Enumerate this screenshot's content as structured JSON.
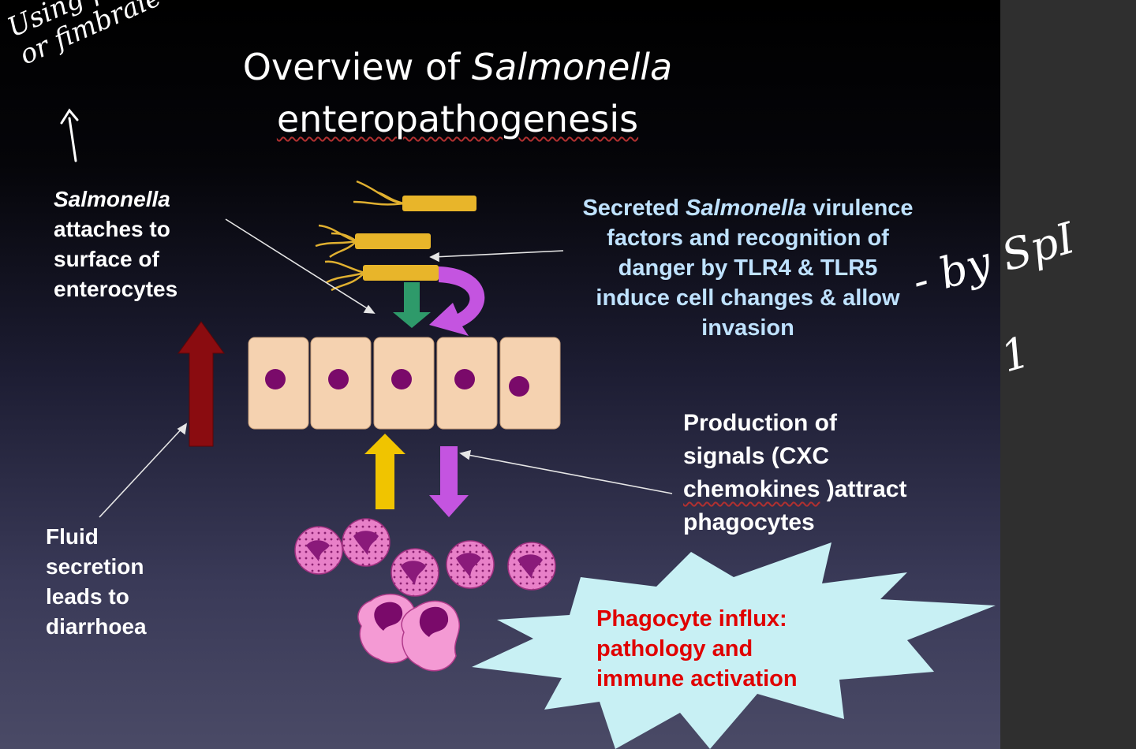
{
  "slide": {
    "title_part1": "Overview of ",
    "title_italic": "Salmonella",
    "title_line2": "enteropathogenesis"
  },
  "labels": {
    "attach_italic": "Salmonella",
    "attach_rest_1": "attaches to",
    "attach_rest_2": "surface of",
    "attach_rest_3": "enterocytes",
    "secreted_1a": "Secreted ",
    "secreted_1b": "Salmonella",
    "secreted_1c": " virulence",
    "secreted_2": "factors and recognition of",
    "secreted_3": "danger by TLR4 & TLR5",
    "secreted_4": "induce cell changes & allow",
    "secreted_5": "invasion",
    "production_1": "Production of",
    "production_2": "signals (CXC",
    "production_3a": "chemokines",
    "production_3b": " )attract",
    "production_4": "phagocytes",
    "fluid_1": "Fluid",
    "fluid_2": "secretion",
    "fluid_3": "leads to",
    "fluid_4": "diarrhoea",
    "influx_1": "Phagocyte influx:",
    "influx_2": "pathology and",
    "influx_3": "immune activation"
  },
  "handwriting": {
    "top_left_1": "Using pilli",
    "top_left_2": "or fimbraie",
    "right_1": "- by SpI",
    "right_2": "1"
  },
  "colors": {
    "bacteria": "#e8b52a",
    "flagella": "#e0b030",
    "cell_fill": "#f5d2b0",
    "nucleus": "#7a0a6a",
    "dark_red_arrow": "#8a0c10",
    "green_arrow": "#2e9a6a",
    "purple_arrow": "#c454e0",
    "yellow_arrow": "#f0c400",
    "phagocyte": "#e880c8",
    "macrophage": "#f49ad4",
    "starburst": "#c8f0f4",
    "influx_text": "#e00000",
    "secreted_text": "#bfe2ff"
  }
}
